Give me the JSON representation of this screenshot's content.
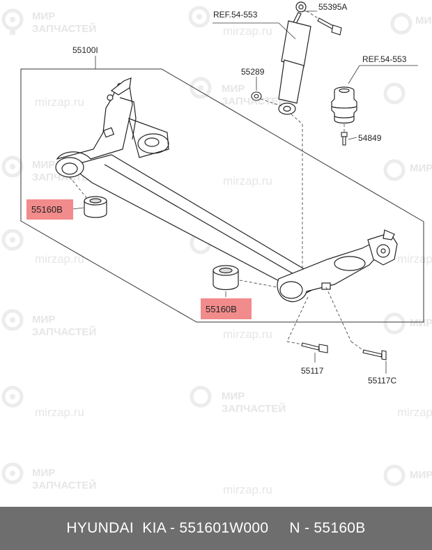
{
  "watermark": {
    "line1": "МИР",
    "line2": "ЗАПЧАСТЕЙ",
    "url": "mirzap.ru"
  },
  "labels": {
    "ref_shock": "REF.54-553",
    "bolt_top": "55395A",
    "axle": "55100I",
    "nut": "55289",
    "ref_bump": "REF.54-553",
    "bump_bolt": "54849",
    "bushing_left": "55160B",
    "bushing_right": "55160B",
    "bolt_bottom": "55117",
    "bolt_bottom_c": "55117C"
  },
  "colors": {
    "highlight": "#f28b8b",
    "footer_bg": "#6e6e6e",
    "watermark": "#e6e6e6"
  },
  "footer": {
    "brand": "HYUNDAI  KIA - 551601W000",
    "ref": "N - 55160B"
  }
}
